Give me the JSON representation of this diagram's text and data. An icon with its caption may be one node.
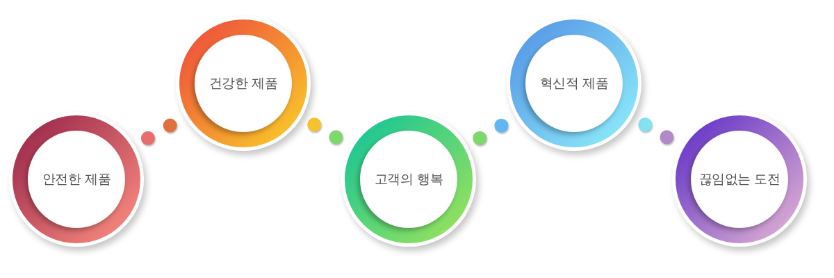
{
  "diagram": {
    "nodes": [
      {
        "text": [
          "안전한 제품"
        ]
      },
      {
        "text": [
          "건강한 제품"
        ]
      },
      {
        "text": [
          "고객의 행복"
        ]
      },
      {
        "text": [
          "혁신적 제품"
        ]
      },
      {
        "text": [
          "끊임없는 도전"
        ]
      }
    ],
    "edges": [
      {
        "from": 0,
        "to": 1,
        "arrow": "none"
      },
      {
        "from": 1,
        "to": 2,
        "arrow": "none"
      },
      {
        "from": 2,
        "to": 3,
        "arrow": "none"
      },
      {
        "from": 3,
        "to": 4,
        "arrow": "none"
      }
    ]
  }
}
